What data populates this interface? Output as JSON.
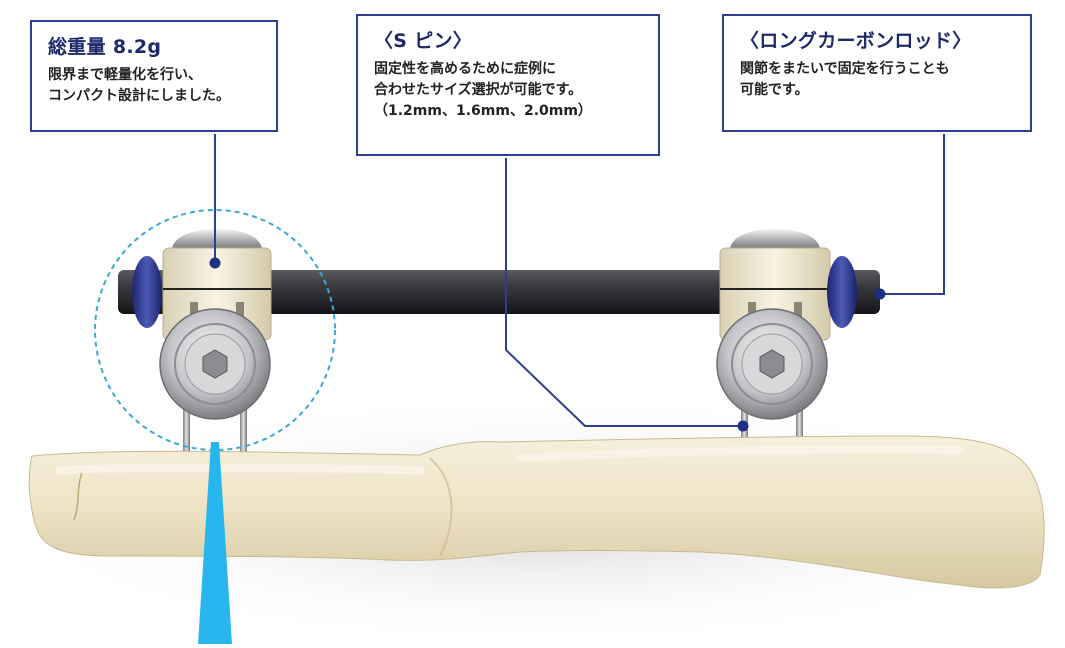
{
  "callouts": {
    "weight": {
      "title": "総重量 8.2g",
      "body": "限界まで軽量化を行い、\nコンパクト設計にしました。"
    },
    "pin": {
      "title": "〈S ピン〉",
      "body": "固定性を高めるために症例に\n合わせたサイズ選択が可能です。\n（1.2mm、1.6mm、2.0mm）"
    },
    "rod": {
      "title": "〈ロングカーボンロッド〉",
      "body": "関節をまたいで固定を行うことも\n可能です。"
    }
  },
  "colors": {
    "callout_border": "#2e3f8f",
    "leader_line": "#2e3f8f",
    "dot": "#1f2f86",
    "highlight_circle": "#3aa7d8",
    "pointer": "#29b6ee",
    "rod": "#2f3034",
    "bone": "#efe6cf",
    "clamp_body": "#f3ecd6",
    "screw": "#c8cacc",
    "end_cap": "#2e3a8c"
  },
  "icons": {
    "screw_head": "hex-socket-screw-icon",
    "end_cap": "rod-end-cap-icon"
  }
}
